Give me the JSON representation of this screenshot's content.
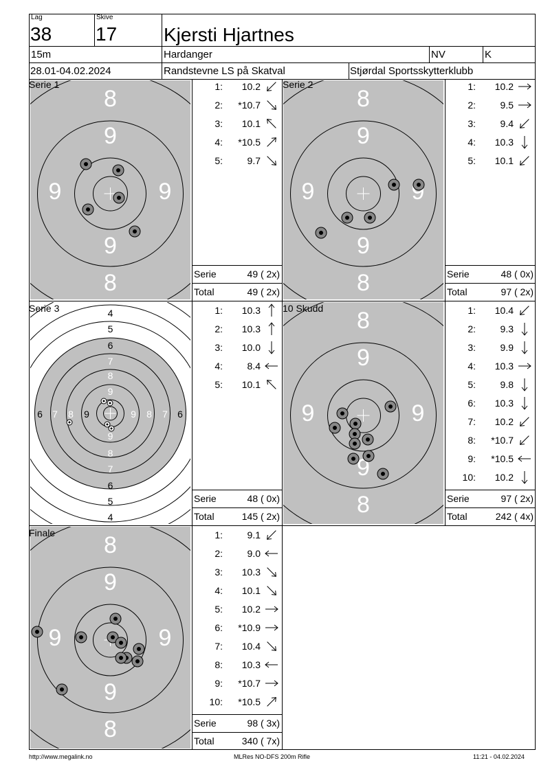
{
  "header": {
    "lag_label": "Lag",
    "lag_value": "38",
    "skive_label": "Skive",
    "skive_value": "17",
    "name": "Kjersti Hjartnes",
    "distance": "15m",
    "club_region": "Hardanger",
    "class1": "NV",
    "class2": "K",
    "dates": "28.01-04.02.2024",
    "competition": "Randstevne LS på Skatval",
    "organizer": "Stjørdal Sportsskytterklubb"
  },
  "panels": [
    {
      "title": "Serie 1",
      "target_type": "rifle",
      "shots": [
        {
          "no": "1:",
          "value": "10.2",
          "arrow": "down-left"
        },
        {
          "no": "2:",
          "value": "*10.7",
          "arrow": "down-right"
        },
        {
          "no": "3:",
          "value": "10.1",
          "arrow": "up-left"
        },
        {
          "no": "4:",
          "value": "*10.5",
          "arrow": "up-right"
        },
        {
          "no": "5:",
          "value": "9.7",
          "arrow": "down-right"
        }
      ],
      "serie_label": "Serie",
      "serie_value": "49 ( 2x)",
      "total_label": "Total",
      "total_value": "49 ( 2x)"
    },
    {
      "title": "Serie 2",
      "target_type": "rifle",
      "shots": [
        {
          "no": "1:",
          "value": "10.2",
          "arrow": "right"
        },
        {
          "no": "2:",
          "value": "9.5",
          "arrow": "right"
        },
        {
          "no": "3:",
          "value": "9.4",
          "arrow": "down-left"
        },
        {
          "no": "4:",
          "value": "10.3",
          "arrow": "down"
        },
        {
          "no": "5:",
          "value": "10.1",
          "arrow": "down-left"
        }
      ],
      "serie_label": "Serie",
      "serie_value": "48 ( 0x)",
      "total_label": "Total",
      "total_value": "97 ( 2x)"
    },
    {
      "title": "Serie 3",
      "target_type": "full",
      "shots": [
        {
          "no": "1:",
          "value": "10.3",
          "arrow": "up"
        },
        {
          "no": "2:",
          "value": "10.3",
          "arrow": "up"
        },
        {
          "no": "3:",
          "value": "10.0",
          "arrow": "down"
        },
        {
          "no": "4:",
          "value": "8.4",
          "arrow": "left"
        },
        {
          "no": "5:",
          "value": "10.1",
          "arrow": "up-left"
        }
      ],
      "serie_label": "Serie",
      "serie_value": "48 ( 0x)",
      "total_label": "Total",
      "total_value": "145 ( 2x)"
    },
    {
      "title": "10 Skudd",
      "target_type": "rifle",
      "shots": [
        {
          "no": "1:",
          "value": "10.4",
          "arrow": "down-left"
        },
        {
          "no": "2:",
          "value": "9.3",
          "arrow": "down"
        },
        {
          "no": "3:",
          "value": "9.9",
          "arrow": "down"
        },
        {
          "no": "4:",
          "value": "10.3",
          "arrow": "right"
        },
        {
          "no": "5:",
          "value": "9.8",
          "arrow": "down"
        },
        {
          "no": "6:",
          "value": "10.3",
          "arrow": "down"
        },
        {
          "no": "7:",
          "value": "10.2",
          "arrow": "down-left"
        },
        {
          "no": "8:",
          "value": "*10.7",
          "arrow": "down-left"
        },
        {
          "no": "9:",
          "value": "*10.5",
          "arrow": "left"
        },
        {
          "no": "10:",
          "value": "10.2",
          "arrow": "down"
        }
      ],
      "serie_label": "Serie",
      "serie_value": "97 ( 2x)",
      "total_label": "Total",
      "total_value": "242 ( 4x)"
    },
    {
      "title": "Finale",
      "target_type": "rifle",
      "shots": [
        {
          "no": "1:",
          "value": "9.1",
          "arrow": "down-left"
        },
        {
          "no": "2:",
          "value": "9.0",
          "arrow": "left"
        },
        {
          "no": "3:",
          "value": "10.3",
          "arrow": "down-right"
        },
        {
          "no": "4:",
          "value": "10.1",
          "arrow": "down-right"
        },
        {
          "no": "5:",
          "value": "10.2",
          "arrow": "right"
        },
        {
          "no": "6:",
          "value": "*10.9",
          "arrow": "right"
        },
        {
          "no": "7:",
          "value": "10.4",
          "arrow": "down-right"
        },
        {
          "no": "8:",
          "value": "10.3",
          "arrow": "left"
        },
        {
          "no": "9:",
          "value": "*10.7",
          "arrow": "right"
        },
        {
          "no": "10:",
          "value": "*10.5",
          "arrow": "up-right"
        }
      ],
      "serie_label": "Serie",
      "serie_value": "98 ( 3x)",
      "total_label": "Total",
      "total_value": "340 ( 7x)"
    }
  ],
  "rifle_labels": {
    "eight": "8",
    "nine": "9"
  },
  "full_labels": [
    "4",
    "5",
    "6",
    "7",
    "8",
    "9"
  ],
  "footer": {
    "left": "http://www.megalink.no",
    "center": "MLRes NO-DFS 200m Rifle",
    "right": "11:21 - 04.02.2024"
  },
  "colors": {
    "target_gray": "#c0c0c0",
    "text": "#000000",
    "ring_text": "#ffffff"
  }
}
